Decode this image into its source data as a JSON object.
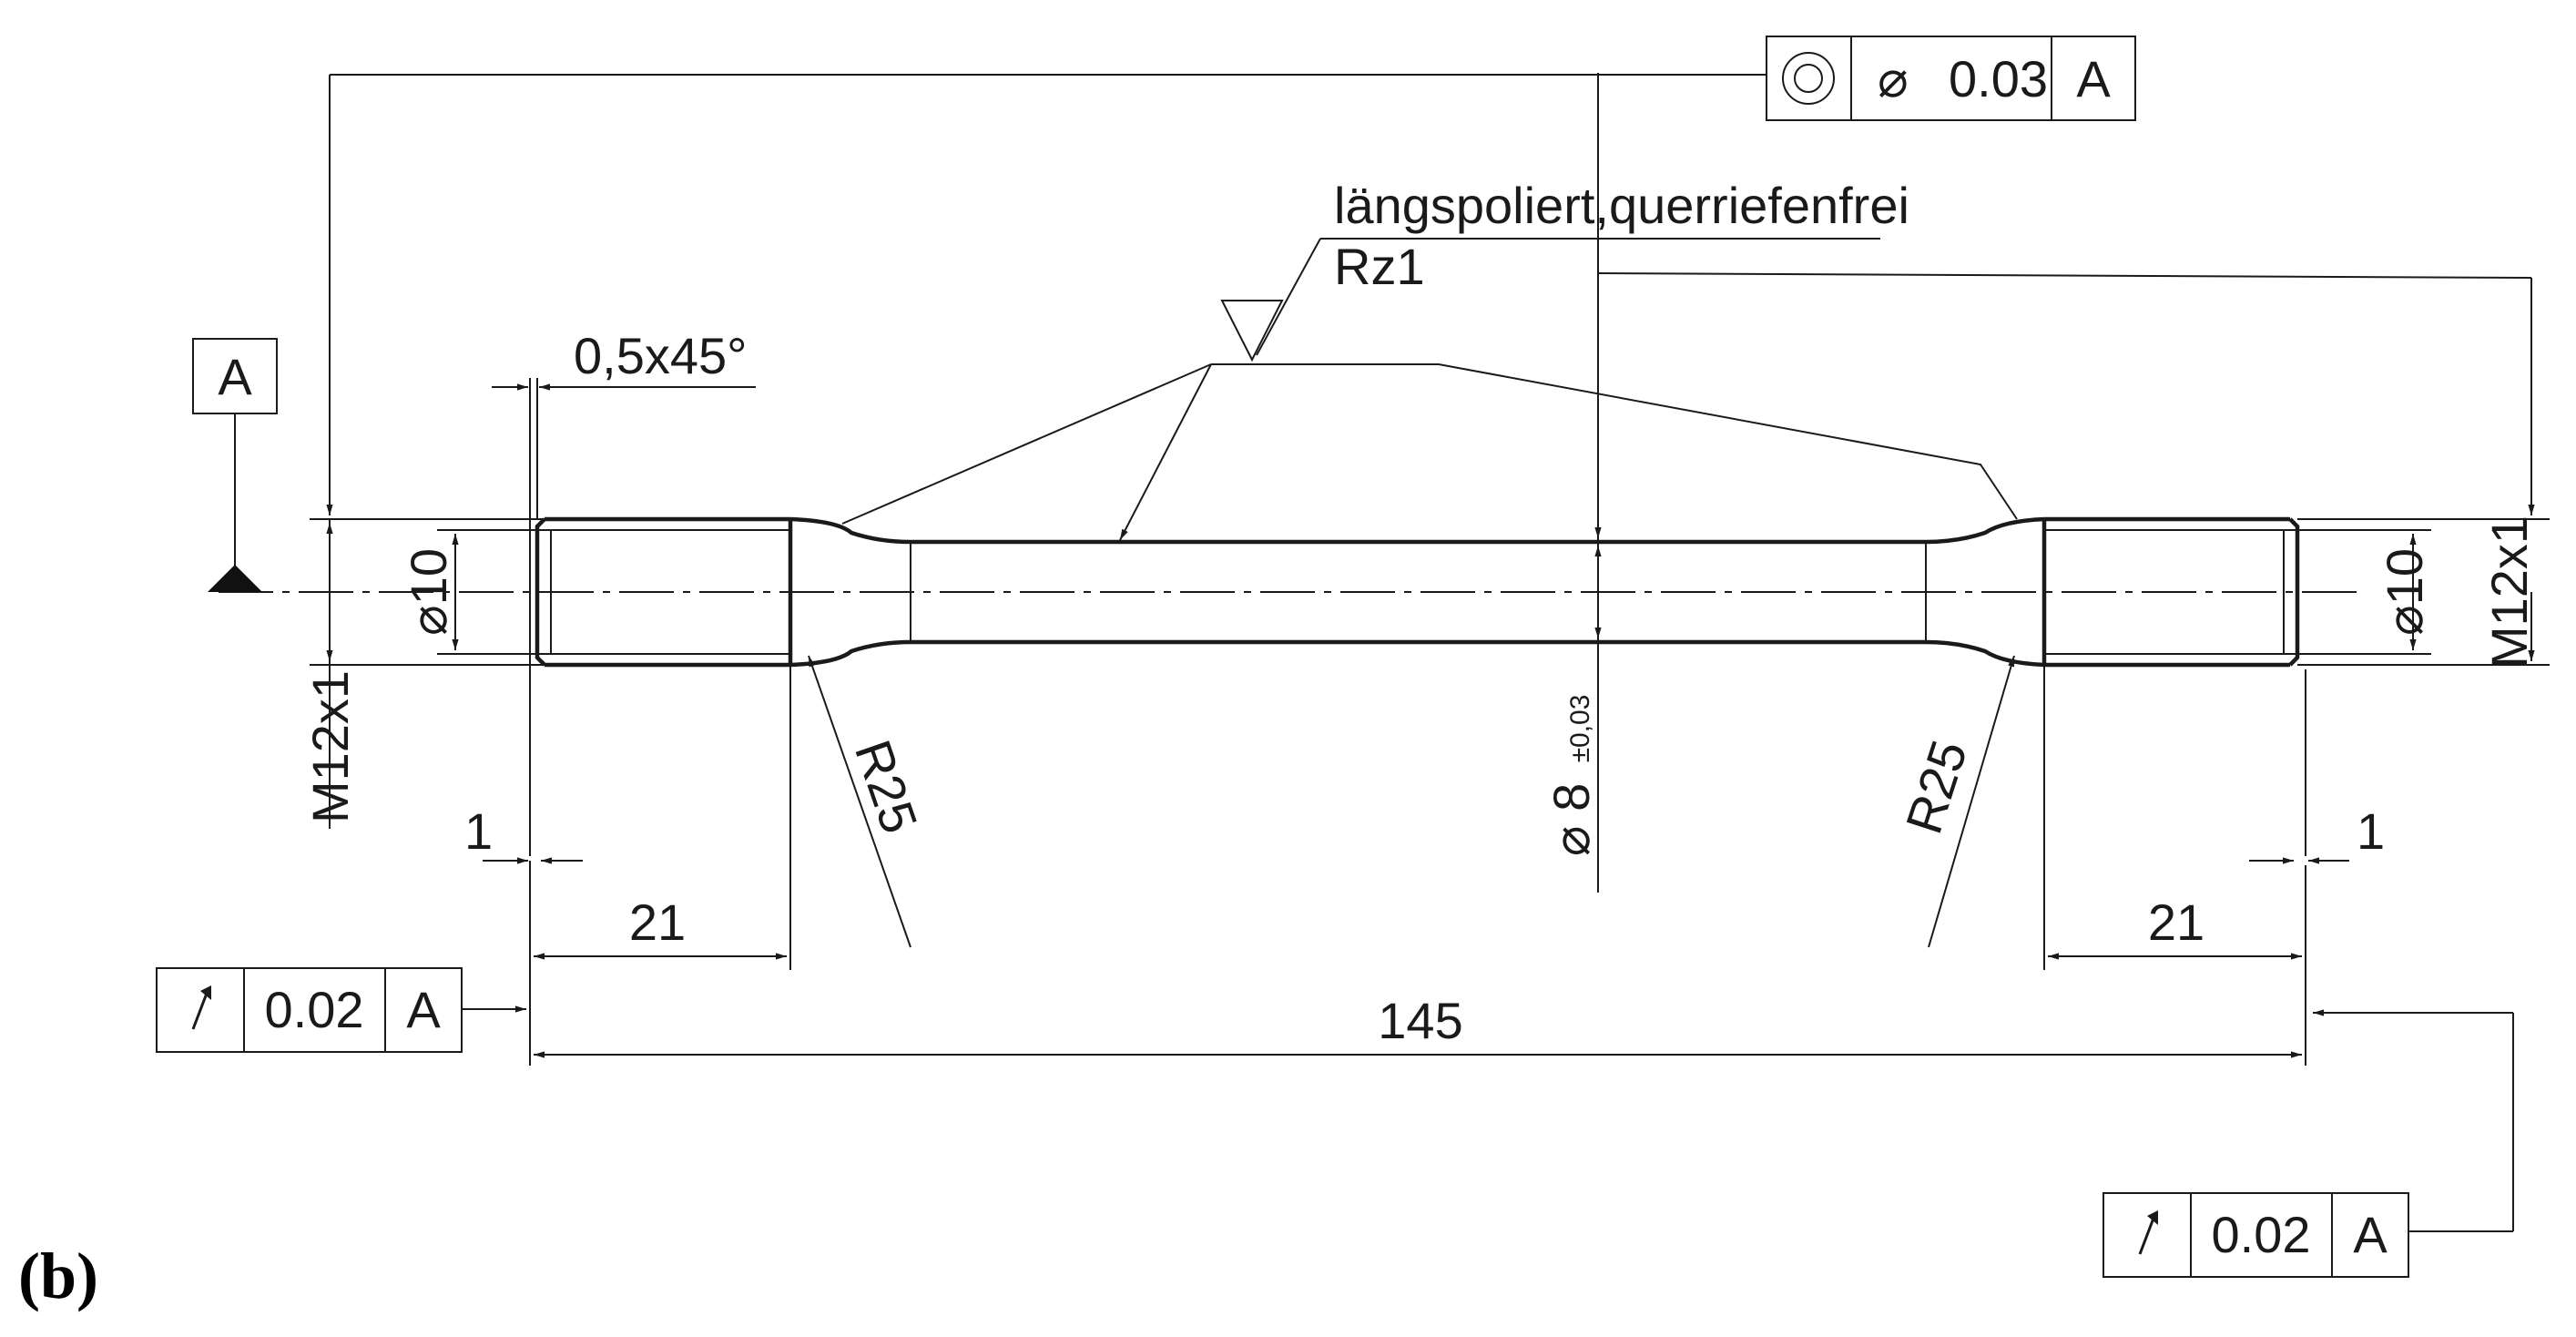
{
  "panel_label": "(b)",
  "datum": {
    "letter": "A"
  },
  "concentricity_frame": {
    "symbol": "concentricity-symbol",
    "diameter_symbol": "⌀",
    "tolerance": "0.03",
    "datum": "A"
  },
  "runout_left": {
    "symbol": "circular-runout-symbol",
    "tolerance": "0.02",
    "datum": "A"
  },
  "runout_right": {
    "symbol": "circular-runout-symbol",
    "tolerance": "0.02",
    "datum": "A"
  },
  "surface_note": {
    "line1": "längspoliert,querriefenfrei",
    "line2": "Rz1"
  },
  "chamfer": "0,5x45°",
  "dims": {
    "thread_left": "M12x1",
    "thread_right": "M12x1",
    "dia_left": "⌀10",
    "dia_right": "⌀10",
    "gauge_dia": "⌀ 8",
    "gauge_tol": "±0,03",
    "radius_left": "R25",
    "radius_right": "R25",
    "offset_left": "1",
    "offset_right": "1",
    "grip_left": "21",
    "grip_right": "21",
    "overall": "145"
  }
}
